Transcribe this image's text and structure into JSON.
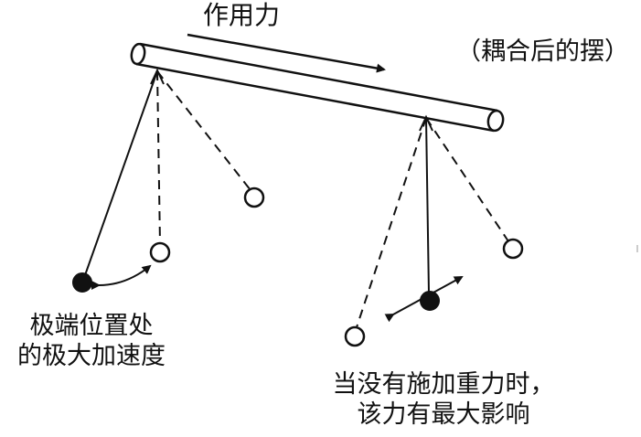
{
  "labels": {
    "force": "作用力",
    "coupled": "（耦合后的摆）",
    "left_note_line1": "极端位置处",
    "left_note_line2": "的极大加速度",
    "right_note_line1": "当没有施加重力时，",
    "right_note_line2": "该力有最大影响"
  },
  "colors": {
    "ink": "#111111",
    "background": "#ffffff"
  }
}
